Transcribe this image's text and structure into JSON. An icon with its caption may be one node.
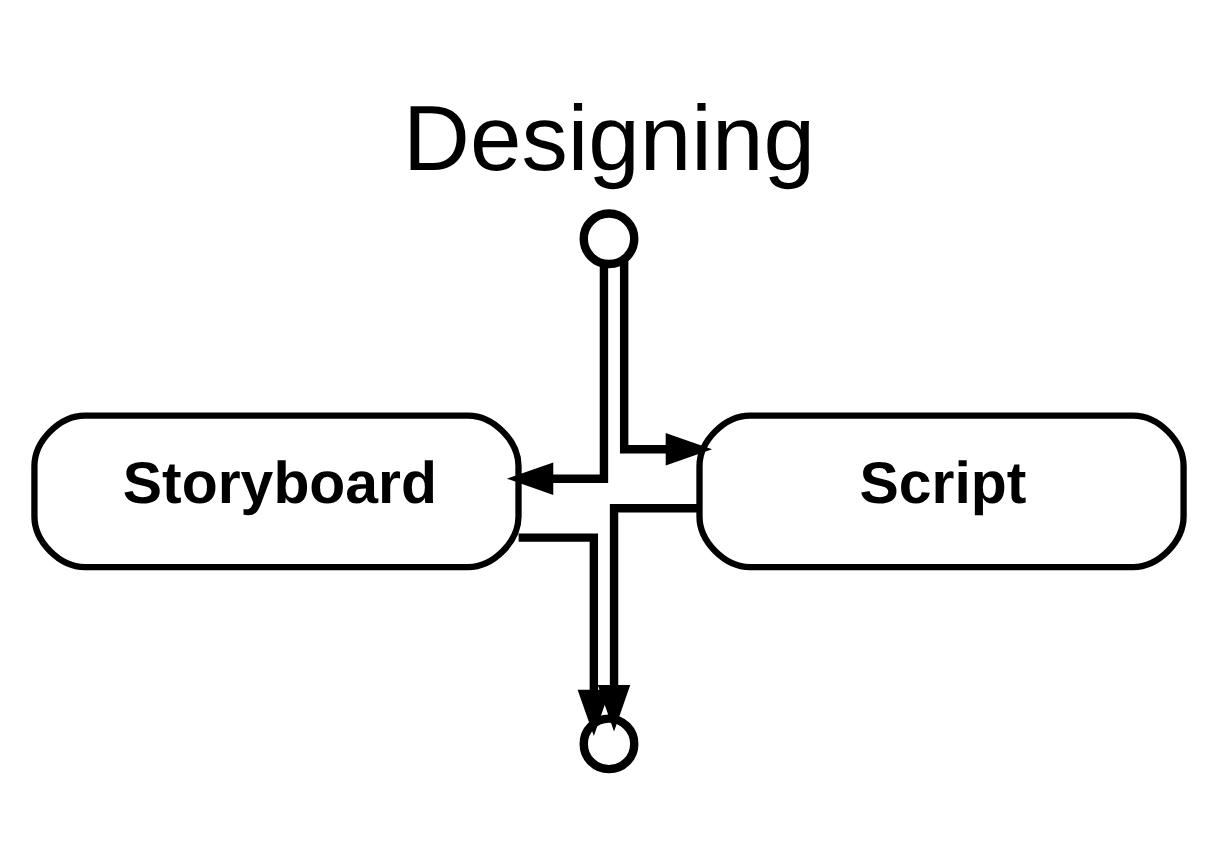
{
  "diagram": {
    "title": "Designing",
    "nodes": [
      {
        "text": [],
        "shape": "circle"
      },
      {
        "text": [
          "Storyboard"
        ]
      },
      {
        "text": [
          "Script"
        ]
      },
      {
        "text": [],
        "shape": "circle"
      }
    ],
    "edges": [
      {
        "from": 0,
        "to": 1,
        "arrow": "to"
      },
      {
        "from": 0,
        "to": 2,
        "arrow": "to"
      },
      {
        "from": 1,
        "to": 3,
        "arrow": "to"
      },
      {
        "from": 2,
        "to": 3,
        "arrow": "to"
      }
    ]
  }
}
